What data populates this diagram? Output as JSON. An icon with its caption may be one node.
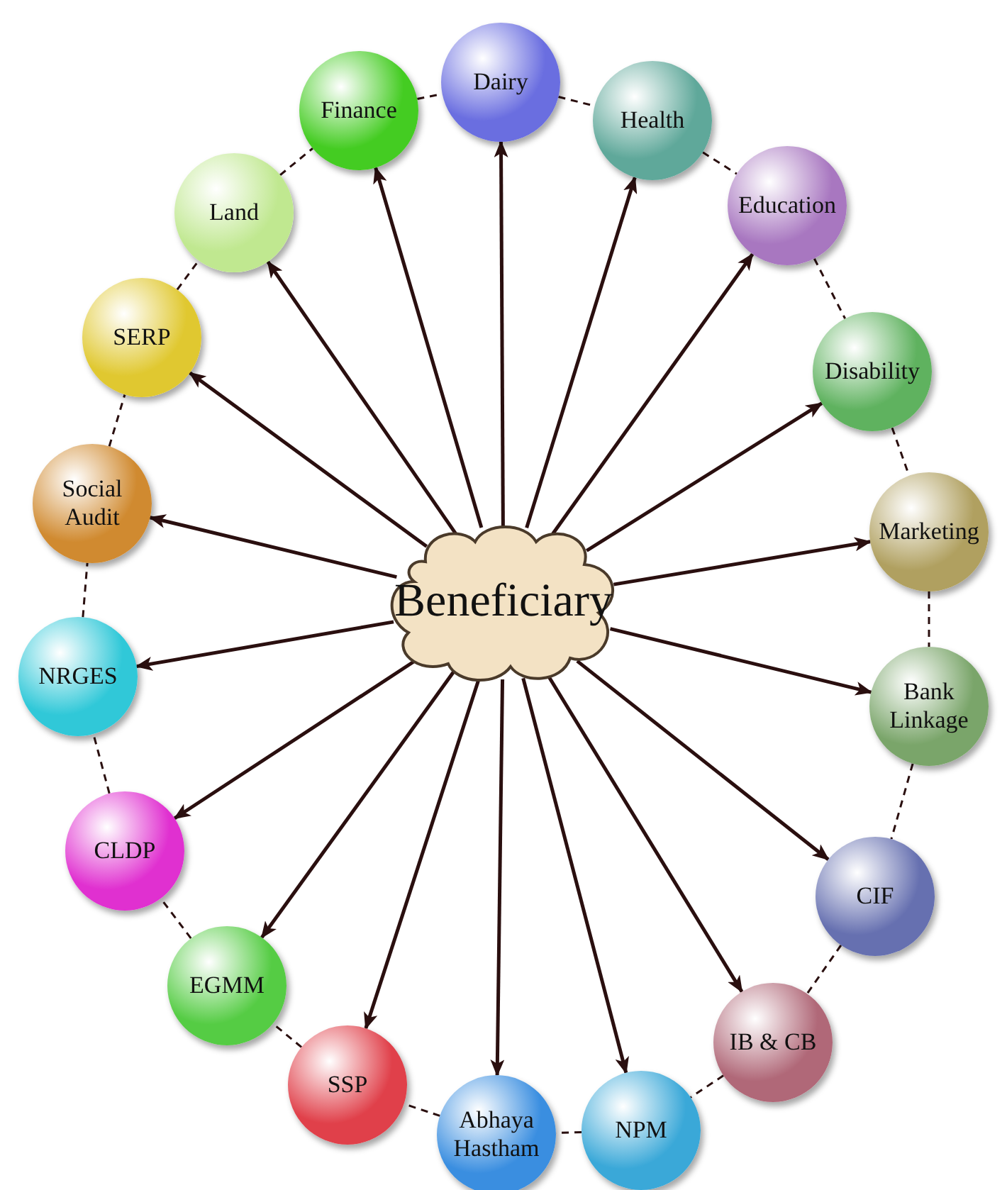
{
  "diagram": {
    "nodes": [
      {
        "text": [
          "Beneficiary"
        ]
      },
      {
        "text": [
          "Dairy"
        ]
      },
      {
        "text": [
          "Health"
        ]
      },
      {
        "text": [
          "Education"
        ]
      },
      {
        "text": [
          "Disability"
        ]
      },
      {
        "text": [
          "Marketing"
        ]
      },
      {
        "text": [
          "Bank Linkage"
        ]
      },
      {
        "text": [
          "CIF"
        ]
      },
      {
        "text": [
          "IB & CB"
        ]
      },
      {
        "text": [
          "NPM"
        ]
      },
      {
        "text": [
          "Abhaya Hastham"
        ]
      },
      {
        "text": [
          "SSP"
        ]
      },
      {
        "text": [
          "EGMM"
        ]
      },
      {
        "text": [
          "CLDP"
        ]
      },
      {
        "text": [
          "NRGES"
        ]
      },
      {
        "text": [
          "Social Audit"
        ]
      },
      {
        "text": [
          "SERP"
        ]
      },
      {
        "text": [
          "Land"
        ]
      },
      {
        "text": [
          "Finance"
        ]
      }
    ],
    "edges": [
      {
        "from": 0,
        "to": 1,
        "arrow": "to"
      },
      {
        "from": 0,
        "to": 2,
        "arrow": "to"
      },
      {
        "from": 0,
        "to": 3,
        "arrow": "to"
      },
      {
        "from": 0,
        "to": 4,
        "arrow": "to"
      },
      {
        "from": 0,
        "to": 5,
        "arrow": "to"
      },
      {
        "from": 0,
        "to": 6,
        "arrow": "to"
      },
      {
        "from": 0,
        "to": 7,
        "arrow": "to"
      },
      {
        "from": 0,
        "to": 8,
        "arrow": "to"
      },
      {
        "from": 0,
        "to": 9,
        "arrow": "to"
      },
      {
        "from": 0,
        "to": 10,
        "arrow": "to"
      },
      {
        "from": 0,
        "to": 11,
        "arrow": "to"
      },
      {
        "from": 0,
        "to": 12,
        "arrow": "to"
      },
      {
        "from": 0,
        "to": 13,
        "arrow": "to"
      },
      {
        "from": 0,
        "to": 14,
        "arrow": "to"
      },
      {
        "from": 0,
        "to": 15,
        "arrow": "to"
      },
      {
        "from": 0,
        "to": 16,
        "arrow": "to"
      },
      {
        "from": 0,
        "to": 17,
        "arrow": "to"
      },
      {
        "from": 0,
        "to": 18,
        "arrow": "to"
      },
      {
        "from": 1,
        "to": 2,
        "arrow": "none",
        "style": "dashed"
      },
      {
        "from": 2,
        "to": 3,
        "arrow": "none",
        "style": "dashed"
      },
      {
        "from": 3,
        "to": 4,
        "arrow": "none",
        "style": "dashed"
      },
      {
        "from": 4,
        "to": 5,
        "arrow": "none",
        "style": "dashed"
      },
      {
        "from": 5,
        "to": 6,
        "arrow": "none",
        "style": "dashed"
      },
      {
        "from": 6,
        "to": 7,
        "arrow": "none",
        "style": "dashed"
      },
      {
        "from": 7,
        "to": 8,
        "arrow": "none",
        "style": "dashed"
      },
      {
        "from": 8,
        "to": 9,
        "arrow": "none",
        "style": "dashed"
      },
      {
        "from": 9,
        "to": 10,
        "arrow": "none",
        "style": "dashed"
      },
      {
        "from": 10,
        "to": 11,
        "arrow": "none",
        "style": "dashed"
      },
      {
        "from": 11,
        "to": 12,
        "arrow": "none",
        "style": "dashed"
      },
      {
        "from": 12,
        "to": 13,
        "arrow": "none",
        "style": "dashed"
      },
      {
        "from": 13,
        "to": 14,
        "arrow": "none",
        "style": "dashed"
      },
      {
        "from": 14,
        "to": 15,
        "arrow": "none",
        "style": "dashed"
      },
      {
        "from": 15,
        "to": 16,
        "arrow": "none",
        "style": "dashed"
      },
      {
        "from": 16,
        "to": 17,
        "arrow": "none",
        "style": "dashed"
      },
      {
        "from": 17,
        "to": 18,
        "arrow": "none",
        "style": "dashed"
      },
      {
        "from": 18,
        "to": 1,
        "arrow": "none",
        "style": "dashed"
      }
    ]
  }
}
